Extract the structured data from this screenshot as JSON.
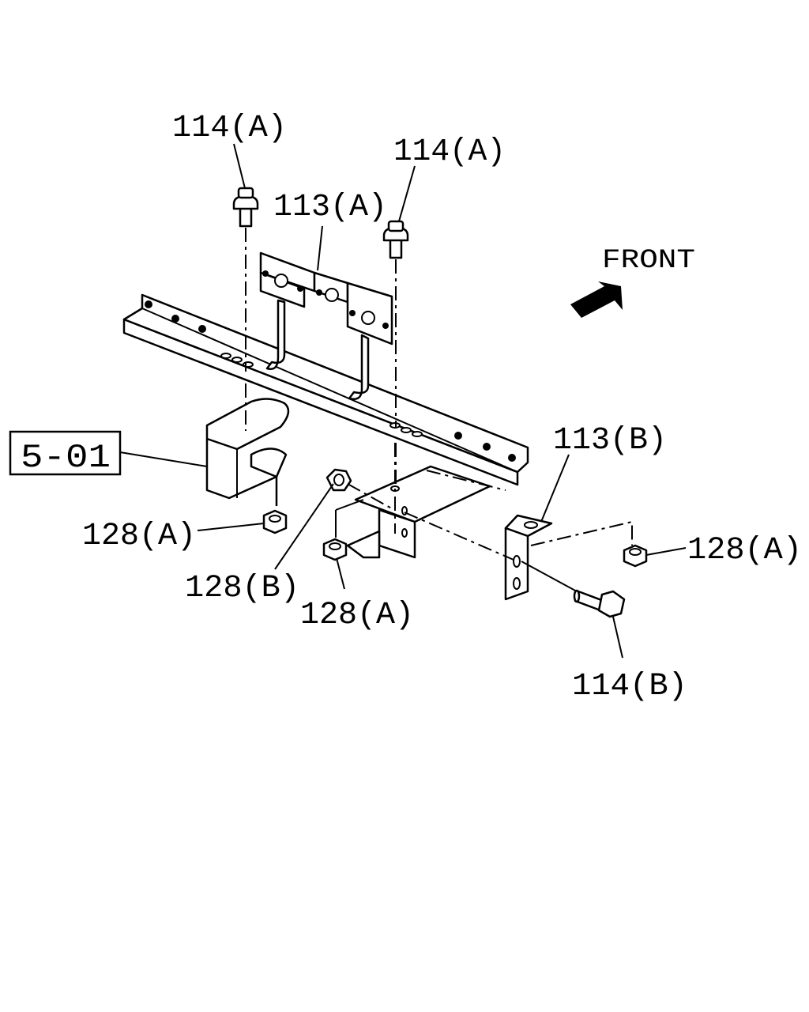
{
  "labels": {
    "bolt_a_left": "114(A)",
    "bolt_a_right": "114(A)",
    "bracket_a": "113(A)",
    "front": "FRONT",
    "ref_box": "5-01",
    "bracket_b": "113(B)",
    "nut_a_left": "128(A)",
    "nut_a_right": "128(A)",
    "nut_b": "128(B)",
    "nut_a_center": "128(A)",
    "bolt_b": "114(B)"
  },
  "colors": {
    "ink": "#000000",
    "paper": "#ffffff"
  },
  "icons": {
    "front_arrow": "arrow-icon"
  }
}
